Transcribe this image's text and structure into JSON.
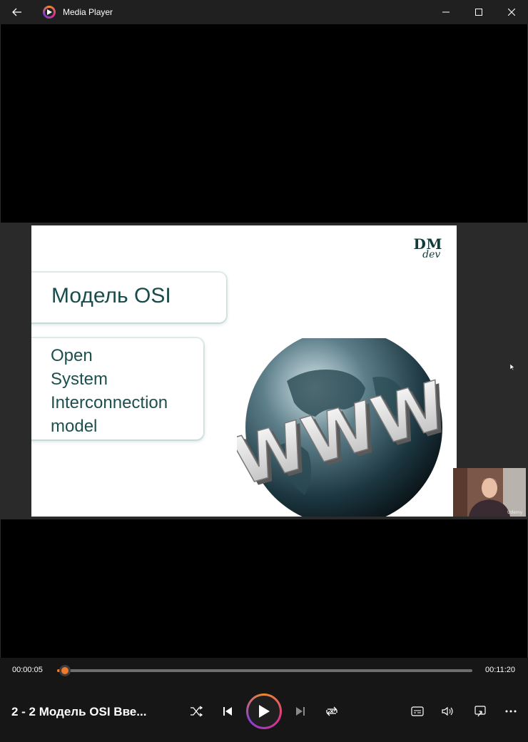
{
  "window": {
    "title": "Media Player",
    "icons": {
      "back": "arrow-left-icon",
      "app": "media-player-icon",
      "minimize": "minimize-icon",
      "maximize": "maximize-icon",
      "close": "close-icon"
    }
  },
  "video": {
    "slide": {
      "logo_line1": "DM",
      "logo_line2": "dev",
      "title": "Модель OSI",
      "subtitle_lines": [
        "Open",
        "System",
        "Interconnection",
        "model"
      ],
      "globe_text": "WWW"
    },
    "webcam_watermark": "Udemy"
  },
  "playback": {
    "current_time": "00:00:05",
    "total_time": "00:11:20",
    "progress_fraction": 0.0074
  },
  "now_playing": {
    "title": "2 - 2 Модель OSI Вве..."
  },
  "controls": {
    "shuffle": "shuffle-icon",
    "previous": "previous-icon",
    "play": "play-icon",
    "next": "next-icon",
    "repeat": "repeat-icon",
    "captions": "captions-icon",
    "volume": "volume-icon",
    "miniplayer": "miniplayer-icon",
    "more": "more-options-icon"
  },
  "colors": {
    "accent": "#f0792e",
    "titlebar": "#202020",
    "controls_bg": "#161616",
    "slide_text": "#194c4c"
  }
}
